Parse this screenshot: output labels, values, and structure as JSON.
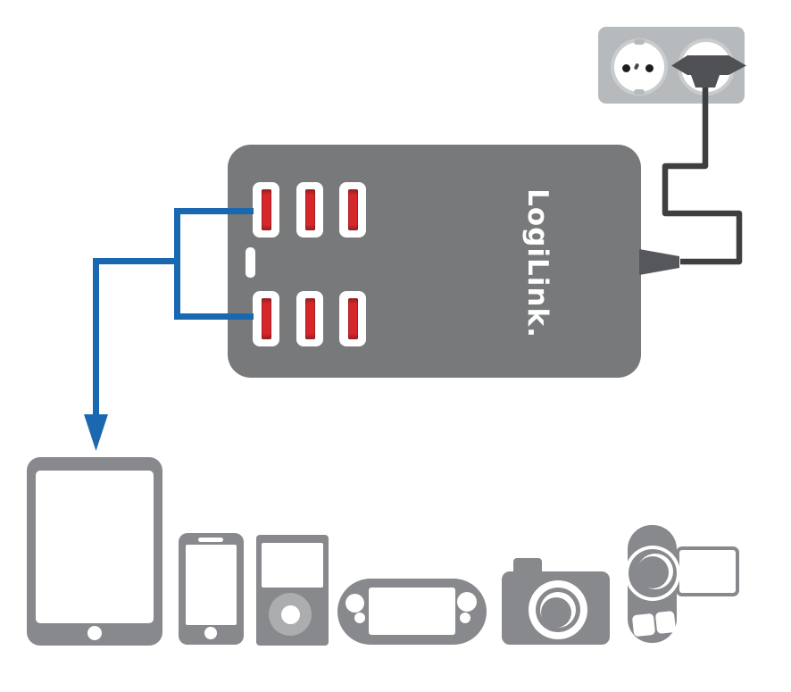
{
  "brand": {
    "label": "LogiLink."
  },
  "colors": {
    "background": "#ffffff",
    "accent_blue": "#1a69b0",
    "charger_gray": "#77797b",
    "device_gray": "#88898c",
    "outlet_gray": "#b7babc",
    "socket_ring": "#c9cccd",
    "plug_gray": "#4f5154",
    "cable_gray": "#3d3f41",
    "connector_gray": "#55575a",
    "port_red": "#d6282b",
    "port_red_dark": "#8f1f22",
    "wheel_gray": "#abadaf",
    "hole_black": "#1d1d1f"
  },
  "outlet": {
    "socket_count": 2,
    "plugged_socket": "right"
  },
  "charger": {
    "usb_port_count": 6,
    "port_rows": 2,
    "ports_per_row": 3,
    "has_led_indicator": true
  },
  "icons": [
    "wall-outlet-icon",
    "power-plug-icon",
    "power-cable",
    "usb-charger",
    "usb-port-icon",
    "led-indicator",
    "connection-arrow",
    "tablet-icon",
    "smartphone-icon",
    "media-player-icon",
    "game-console-icon",
    "camera-icon",
    "camcorder-icon"
  ],
  "devices": [
    {
      "name": "tablet"
    },
    {
      "name": "smartphone"
    },
    {
      "name": "media-player"
    },
    {
      "name": "handheld-game-console"
    },
    {
      "name": "digital-camera"
    },
    {
      "name": "camcorder"
    }
  ]
}
